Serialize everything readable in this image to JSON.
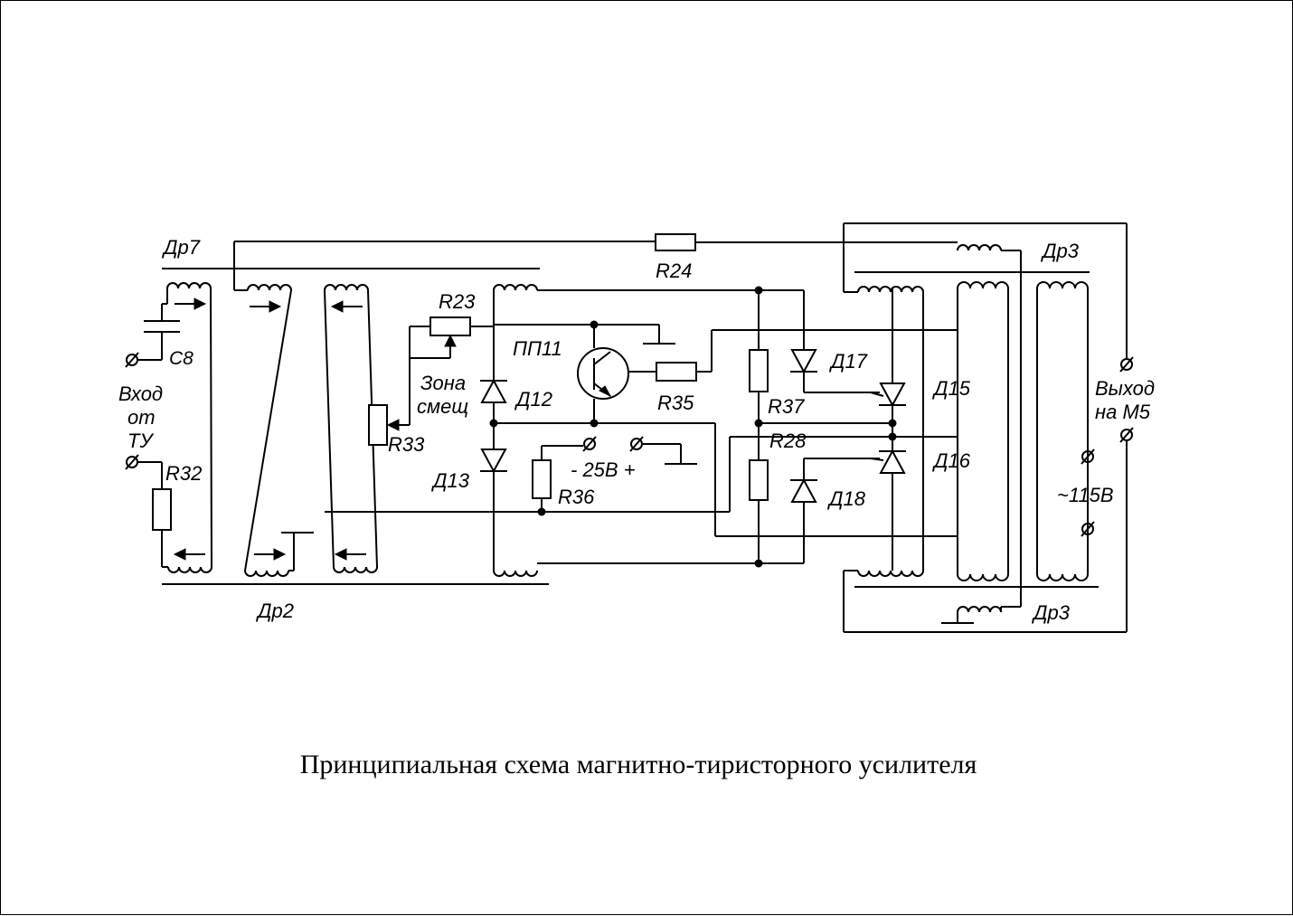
{
  "title": "Принципиальная схема магнитно-тиристорного усилителя",
  "labels": {
    "dr7": "Др7",
    "dr2": "Др2",
    "dr3_top": "Др3",
    "dr3_bottom": "Др3",
    "c8": "С8",
    "input_1": "Вход",
    "input_2": "от",
    "input_3": "ТУ",
    "r32": "R32",
    "r33": "R33",
    "r23": "R23",
    "zone_1": "Зона",
    "zone_2": "смещ",
    "pp11": "ПП11",
    "d12": "Д12",
    "d13": "Д13",
    "r36": "R36",
    "supply": "-  25В +",
    "r35": "R35",
    "r24": "R24",
    "r37": "R37",
    "r28": "R28",
    "d17": "Д17",
    "d18": "Д18",
    "d15": "Д15",
    "d16": "Д16",
    "output_1": "Выход",
    "output_2": "на М5",
    "ac": "~115В"
  }
}
